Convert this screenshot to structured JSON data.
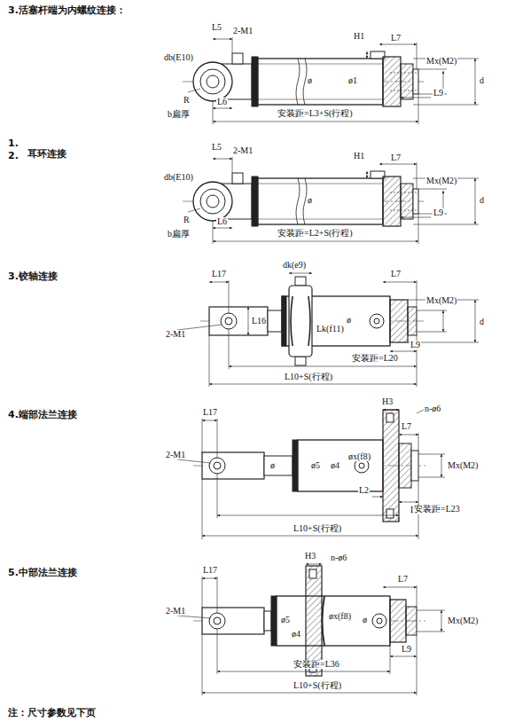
{
  "diagram": {
    "labels": [
      "3.活塞杆端为内螺纹连接：",
      "L5",
      "2-M1",
      "db(E10)",
      "H1",
      "L7",
      "R",
      "L6",
      "b扁厚",
      "ø",
      "ø1",
      "Mx(M2)",
      "d",
      "L9",
      "安装距=L3+S(行程)",
      "1.",
      "2.",
      "耳环连接",
      "L5",
      "2-M1",
      "H1",
      "L7",
      "db(E10)",
      "R",
      "L6",
      "b扁厚",
      "ø",
      "Mx(M2)",
      "d",
      "L9",
      "安装距=L2+S(行程)",
      "3.铰轴连接",
      "L17",
      "dk(e9)",
      "L7",
      "2-M1",
      "L16",
      "Lk(f11)",
      "ø",
      "Mx(M2)",
      "d",
      "L9",
      "安装距=L20",
      "L10+S(行程)",
      "4.端部法兰连接",
      "L17",
      "H3",
      "n-ø6",
      "L7",
      "2-M1",
      "ø",
      "ø5",
      "ø4",
      "øx(f8)",
      "L2",
      "Mx(M2)",
      "L9",
      "安装距=L23",
      "L10+S(行程)",
      "5.中部法兰连接",
      "L17",
      "H3",
      "n-ø6",
      "L7",
      "2-M1",
      "ø5",
      "ø4",
      "øx(f8)",
      "ø",
      "Mx(M2)",
      "L9",
      "安装距=L36",
      "L10+S(行程)",
      "注：尺寸参数见下页"
    ]
  }
}
